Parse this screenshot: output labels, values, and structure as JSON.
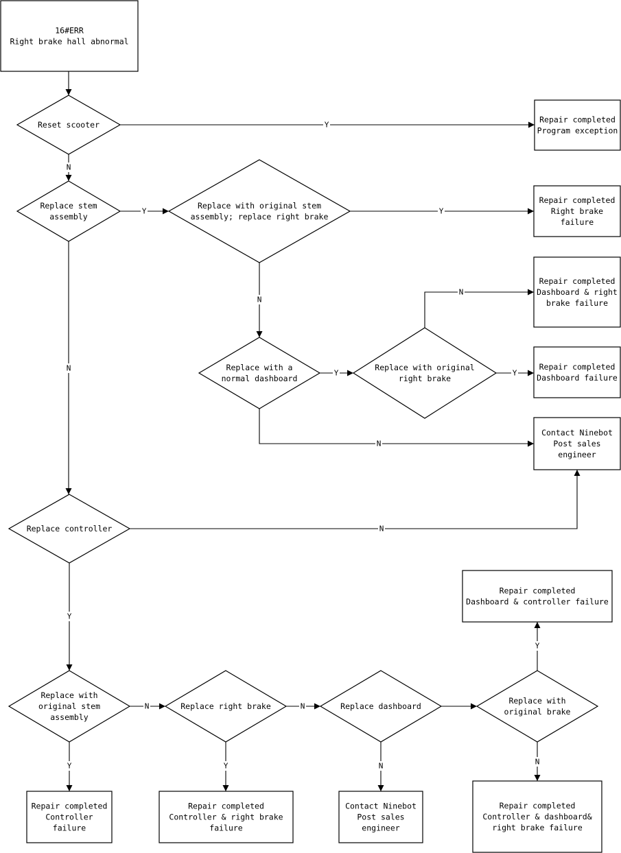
{
  "nodes": [
    {
      "id": "start",
      "lines": [
        "16#ERR",
        "Right brake hall abnormal"
      ]
    },
    {
      "id": "d_reset",
      "lines": [
        "Reset scooter"
      ]
    },
    {
      "id": "r_program",
      "lines": [
        "Repair completed",
        "Program exception"
      ]
    },
    {
      "id": "d_stem",
      "lines": [
        "Replace stem",
        "assembly"
      ]
    },
    {
      "id": "d_orig_stem_brake",
      "lines": [
        "Replace with original stem",
        "assembly; replace right brake"
      ]
    },
    {
      "id": "r_right_brake",
      "lines": [
        "Repair completed",
        "Right brake",
        "failure"
      ]
    },
    {
      "id": "r_dash_right_brake",
      "lines": [
        "Repair completed",
        "Dashboard & right",
        "brake failure"
      ]
    },
    {
      "id": "d_normal_dash",
      "lines": [
        "Replace with a",
        "normal dashboard"
      ]
    },
    {
      "id": "d_orig_right_brake",
      "lines": [
        "Replace with original",
        "right brake"
      ]
    },
    {
      "id": "r_dash",
      "lines": [
        "Repair completed",
        "Dashboard failure"
      ]
    },
    {
      "id": "c_ninebot_1",
      "lines": [
        "Contact Ninebot",
        "Post sales",
        "engineer"
      ]
    },
    {
      "id": "d_controller",
      "lines": [
        "Replace controller"
      ]
    },
    {
      "id": "r_dash_ctrl",
      "lines": [
        "Repair completed",
        "Dashboard & controller failure"
      ]
    },
    {
      "id": "d_orig_stem",
      "lines": [
        "Replace with",
        "original stem",
        "assembly"
      ]
    },
    {
      "id": "d_right_brake",
      "lines": [
        "Replace right brake"
      ]
    },
    {
      "id": "d_dashboard",
      "lines": [
        "Replace dashboard"
      ]
    },
    {
      "id": "d_orig_brake",
      "lines": [
        "Replace with",
        "original brake"
      ]
    },
    {
      "id": "r_controller",
      "lines": [
        "Repair completed",
        "Controller",
        "failure"
      ]
    },
    {
      "id": "r_ctrl_right_brake",
      "lines": [
        "Repair completed",
        "Controller & right brake",
        "failure"
      ]
    },
    {
      "id": "c_ninebot_2",
      "lines": [
        "Contact Ninebot",
        "Post sales",
        "engineer"
      ]
    },
    {
      "id": "r_ctrl_dash_brake",
      "lines": [
        "Repair completed",
        "Controller & dashboard&",
        "right brake failure"
      ]
    }
  ],
  "edges": [
    {
      "id": "e_start_reset",
      "label": ""
    },
    {
      "id": "e_reset_program",
      "label": "Y"
    },
    {
      "id": "e_reset_stem",
      "label": "N"
    },
    {
      "id": "e_stem_origstem",
      "label": "Y"
    },
    {
      "id": "e_origstem_rightbrake",
      "label": "Y"
    },
    {
      "id": "e_origstem_normaldash",
      "label": "N"
    },
    {
      "id": "e_origbrake_dashrightbrake",
      "label": "N"
    },
    {
      "id": "e_normaldash_origbrake",
      "label": "Y"
    },
    {
      "id": "e_origbrake_dash",
      "label": "Y"
    },
    {
      "id": "e_normaldash_ninebot",
      "label": "N"
    },
    {
      "id": "e_stem_controller",
      "label": "N"
    },
    {
      "id": "e_controller_ninebot",
      "label": "N"
    },
    {
      "id": "e_controller_origstem",
      "label": "Y"
    },
    {
      "id": "e_origstem2_rightbrake",
      "label": "N"
    },
    {
      "id": "e_rightbrake_dashboard",
      "label": "N"
    },
    {
      "id": "e_dashboard_origbrake2",
      "label": ""
    },
    {
      "id": "e_origbrake2_dashctrl",
      "label": "Y"
    },
    {
      "id": "e_origstem2_controller",
      "label": "Y"
    },
    {
      "id": "e_rightbrake_ctrlrightbrake",
      "label": "Y"
    },
    {
      "id": "e_dashboard_ninebot2",
      "label": "N"
    },
    {
      "id": "e_origbrake2_ctrldashbrake",
      "label": "N"
    }
  ]
}
